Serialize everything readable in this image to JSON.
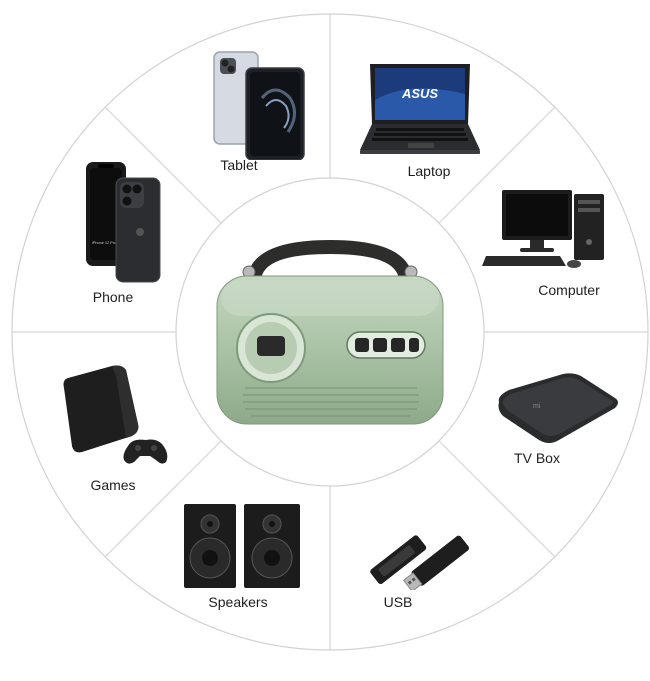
{
  "center_product": {
    "icon": "mini-projector",
    "color": "#a9c3a6"
  },
  "segments": [
    {
      "id": "tablet",
      "label": "Tablet",
      "icon": "tablet-icon"
    },
    {
      "id": "laptop",
      "label": "Laptop",
      "icon": "laptop-icon"
    },
    {
      "id": "computer",
      "label": "Computer",
      "icon": "computer-icon"
    },
    {
      "id": "tvbox",
      "label": "TV Box",
      "icon": "tv-box-icon"
    },
    {
      "id": "usb",
      "label": "USB",
      "icon": "usb-icon"
    },
    {
      "id": "speakers",
      "label": "Speakers",
      "icon": "speakers-icon"
    },
    {
      "id": "games",
      "label": "Games",
      "icon": "game-console-icon"
    },
    {
      "id": "phone",
      "label": "Phone",
      "icon": "phone-icon"
    }
  ],
  "phone_screen_text": "iPhone 12 Pro Max Mockup",
  "laptop_brand_text": "ASUS"
}
